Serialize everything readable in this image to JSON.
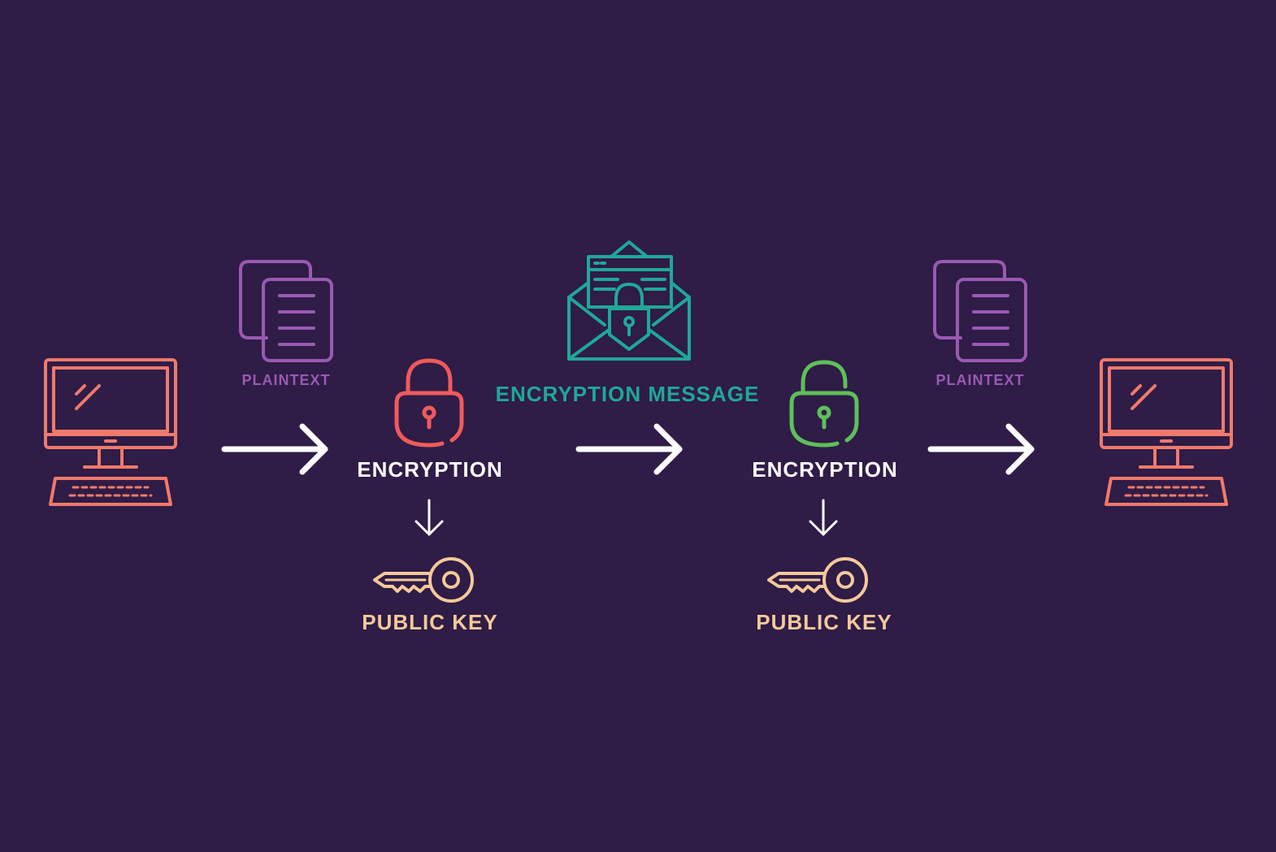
{
  "labels": {
    "plaintext_left": "PLAINTEXT",
    "encryption_left": "ENCRYPTION",
    "public_key_left": "PUBLIC KEY",
    "encryption_message": "ENCRYPTION MESSAGE",
    "encryption_right": "ENCRYPTION",
    "public_key_right": "PUBLIC KEY",
    "plaintext_right": "PLAINTEXT"
  },
  "icons": {
    "sender": "desktop-computer-icon",
    "plaintext": "documents-icon",
    "lock_closed": "padlock-closed-icon",
    "message": "envelope-lock-icon",
    "lock_open": "padlock-open-icon",
    "key": "key-icon",
    "arrow": "arrow-right-icon",
    "arrow_down": "arrow-down-icon",
    "receiver": "desktop-computer-icon"
  },
  "colors": {
    "background": "#2f1c47",
    "computer": "#f07a6a",
    "plaintext": "#9a5ab2",
    "lock_closed": "#ef5b5b",
    "message": "#1fa89a",
    "lock_open": "#5fbf5a",
    "key": "#f5c99a",
    "arrow": "#ffffff",
    "label_white": "#ffffff"
  }
}
